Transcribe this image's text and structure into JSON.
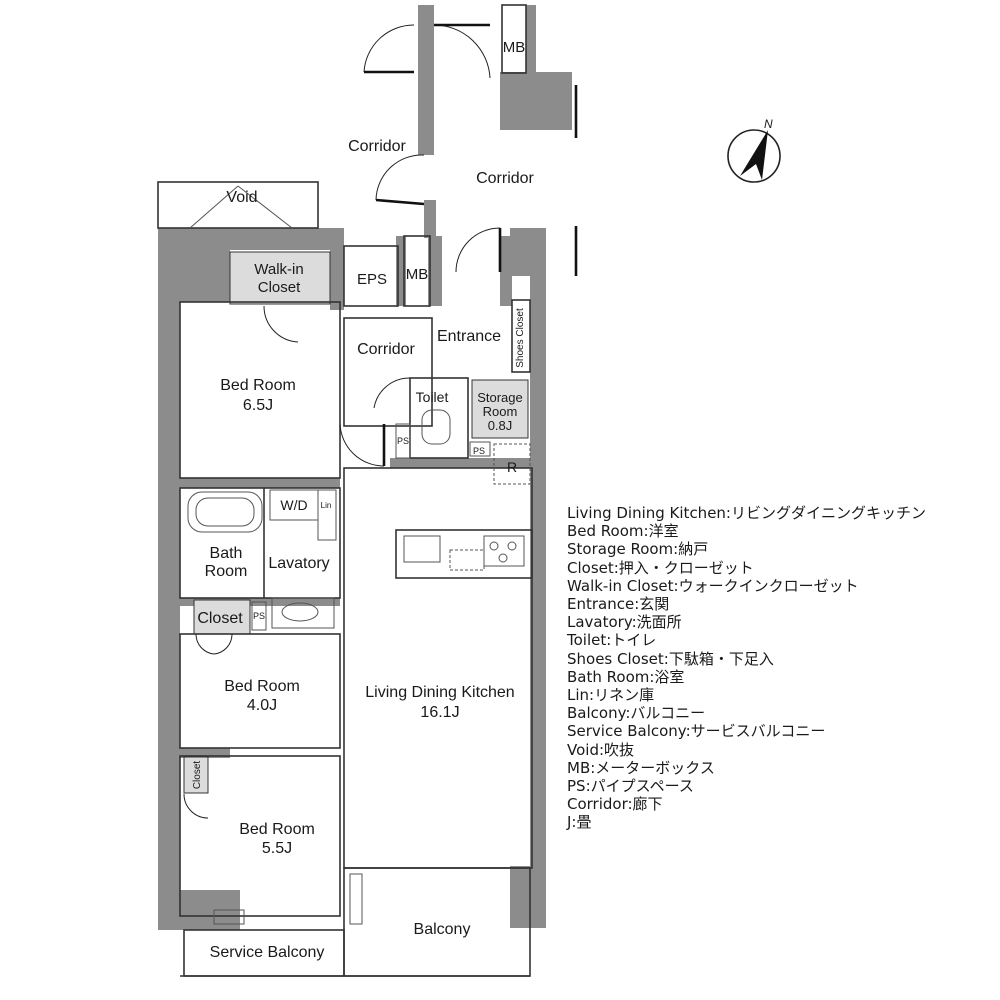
{
  "rooms": {
    "corridor_top": "Corridor",
    "corridor_upper": "Corridor",
    "corridor_inner": "Corridor",
    "mb_top": "MB",
    "mb_mid": "MB",
    "eps": "EPS",
    "void": "Void",
    "walk_in_l1": "Walk-in",
    "walk_in_l2": "Closet",
    "entrance": "Entrance",
    "shoes_closet": "Shoes Closet",
    "bed1_name": "Bed Room",
    "bed1_size": "6.5J",
    "toilet": "Toilet",
    "storage_l1": "Storage",
    "storage_l2": "Room",
    "storage_size": "0.8J",
    "ps1": "PS",
    "ps2": "PS",
    "ps3": "PS",
    "fridge": "R",
    "wd": "W/D",
    "lin": "Lin",
    "bath_l1": "Bath",
    "bath_l2": "Room",
    "lavatory": "Lavatory",
    "closet": "Closet",
    "closet_small": "Closet",
    "bed2_name": "Bed Room",
    "bed2_size": "4.0J",
    "ldk_name": "Living Dining Kitchen",
    "ldk_size": "16.1J",
    "bed3_name": "Bed Room",
    "bed3_size": "5.5J",
    "balcony": "Balcony",
    "service_balcony": "Service Balcony"
  },
  "compass": {
    "label": "N"
  },
  "legend": [
    "Living Dining Kitchen:リビングダイニングキッチン",
    "Bed Room:洋室",
    "Storage Room:納戸",
    "Closet:押入・クローゼット",
    "Walk-in Closet:ウォークインクローゼット",
    "Entrance:玄関",
    "Lavatory:洗面所",
    "Toilet:トイレ",
    "Shoes Closet:下駄箱・下足入",
    "Bath Room:浴室",
    "Lin:リネン庫",
    "Balcony:バルコニー",
    "Service Balcony:サービスバルコニー",
    "Void:吹抜",
    "MB:メーターボックス",
    "PS:パイプスペース",
    "Corridor:廊下",
    "J:畳"
  ],
  "colors": {
    "wall": "#8c8c8c",
    "closet_fill": "#dcdcdc",
    "text": "#1a1a1a"
  }
}
